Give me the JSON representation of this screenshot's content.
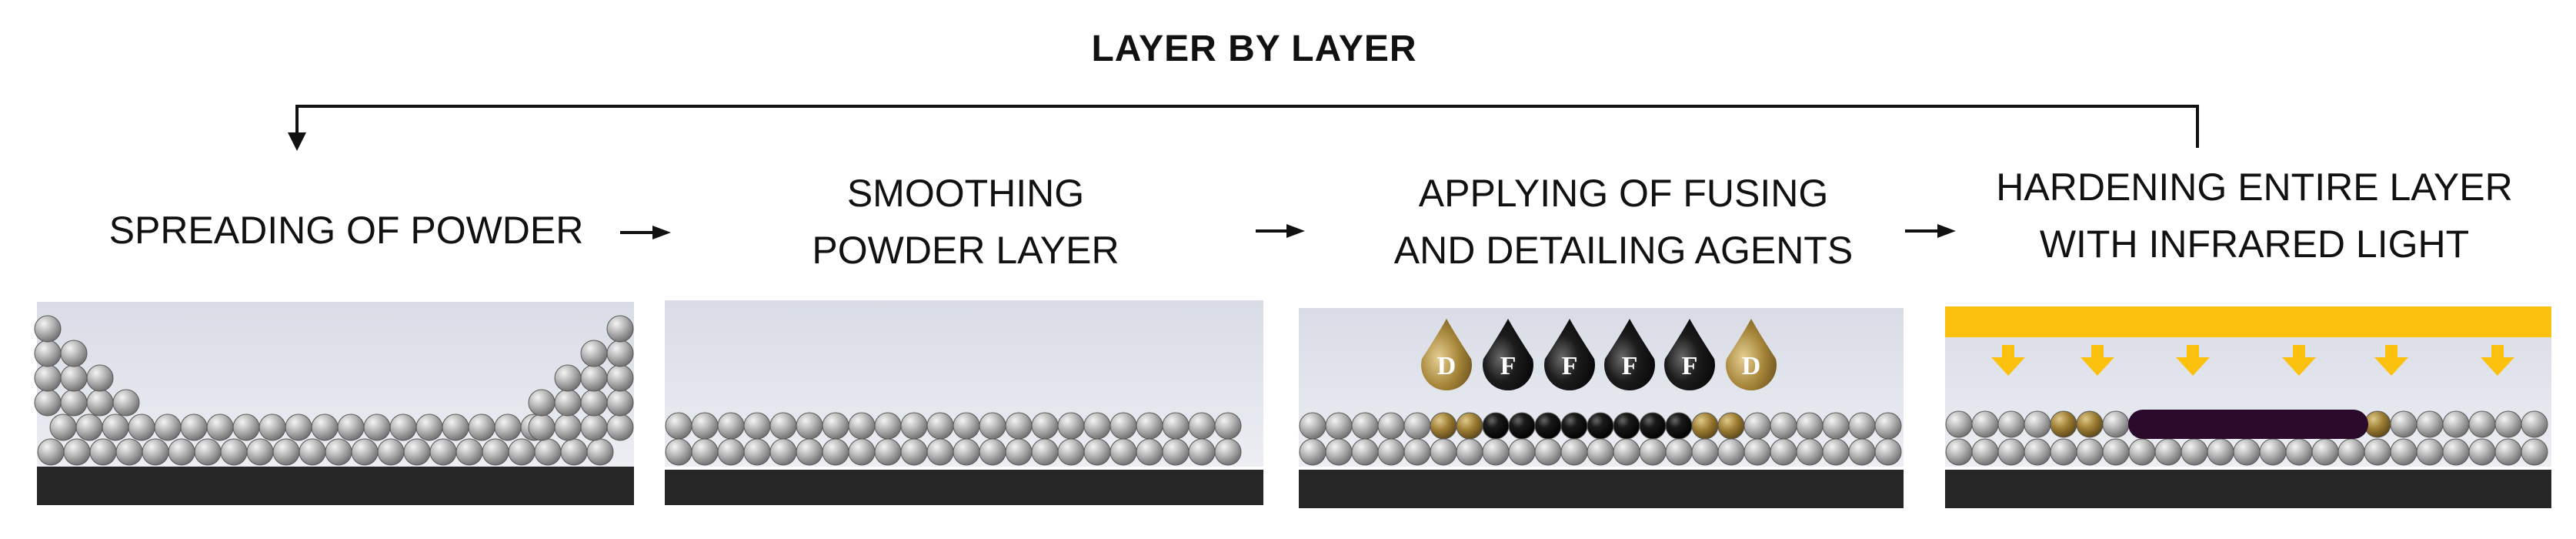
{
  "title": "LAYER BY LAYER",
  "stages": [
    {
      "lines": [
        "SPREADING OF POWDER"
      ]
    },
    {
      "lines": [
        "SMOOTHING",
        "POWDER LAYER"
      ]
    },
    {
      "lines": [
        "APPLYING OF FUSING",
        "AND DETAILING AGENTS"
      ]
    },
    {
      "lines": [
        "HARDENING ENTIRE LAYER",
        "WITH INFRARED LIGHT"
      ]
    }
  ],
  "agents": [
    "D",
    "F",
    "F",
    "F",
    "F",
    "D"
  ],
  "colors": {
    "background_panel": "#dfe2ea",
    "base": "#262626",
    "powder": "#b8b8b8",
    "detailing_agent": "#a08438",
    "fusing_agent": "#121212",
    "infrared": "#fcc10e",
    "fused_layer": "#2a0a2a"
  }
}
